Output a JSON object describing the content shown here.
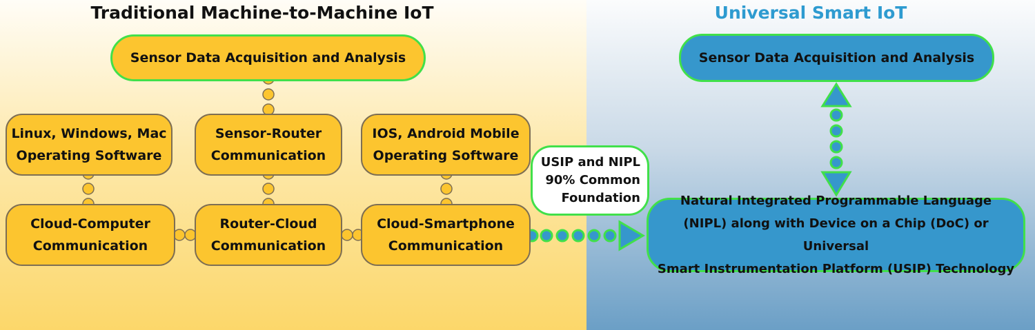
{
  "left": {
    "title": "Traditional Machine-to-Machine IoT",
    "top_box": "Sensor Data Acquisition and Analysis",
    "row1": [
      "Linux, Windows, Mac\nOperating Software",
      "Sensor-Router\nCommunication",
      "IOS, Android Mobile\nOperating Software"
    ],
    "row2": [
      "Cloud-Computer\nCommunication",
      "Router-Cloud\nCommunication",
      "Cloud-Smartphone\nCommunication"
    ]
  },
  "bridge": {
    "label": "USIP and NIPL\n90% Common\nFoundation"
  },
  "right": {
    "title": "Universal Smart IoT",
    "top_box": "Sensor Data Acquisition and Analysis",
    "bottom_box": "Natural Integrated Programmable Language\n(NIPL) along with Device on a Chip (DoC) or Universal\nSmart Instrumentation Platform (USIP) Technology"
  },
  "colors": {
    "yellow_box": "#fcc52f",
    "blue_box": "#3697cc",
    "green_border": "#41e04a",
    "right_title": "#2e9bd0"
  }
}
